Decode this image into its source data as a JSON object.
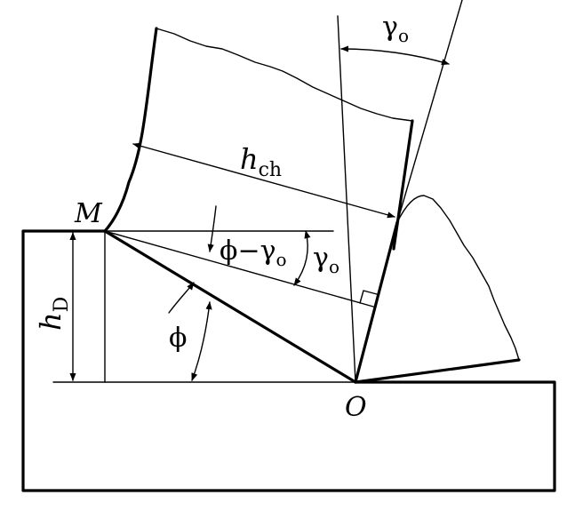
{
  "labels": {
    "M": "M",
    "O": "O",
    "h_main": "h",
    "h_ch_sub": "ch",
    "h_D_sub": "D",
    "gamma": "γ",
    "gamma_sub": "o",
    "phi": "ϕ",
    "phi_minus_gamma": "ϕ−γ"
  },
  "colors": {
    "line": "#000000",
    "background": "#ffffff"
  }
}
